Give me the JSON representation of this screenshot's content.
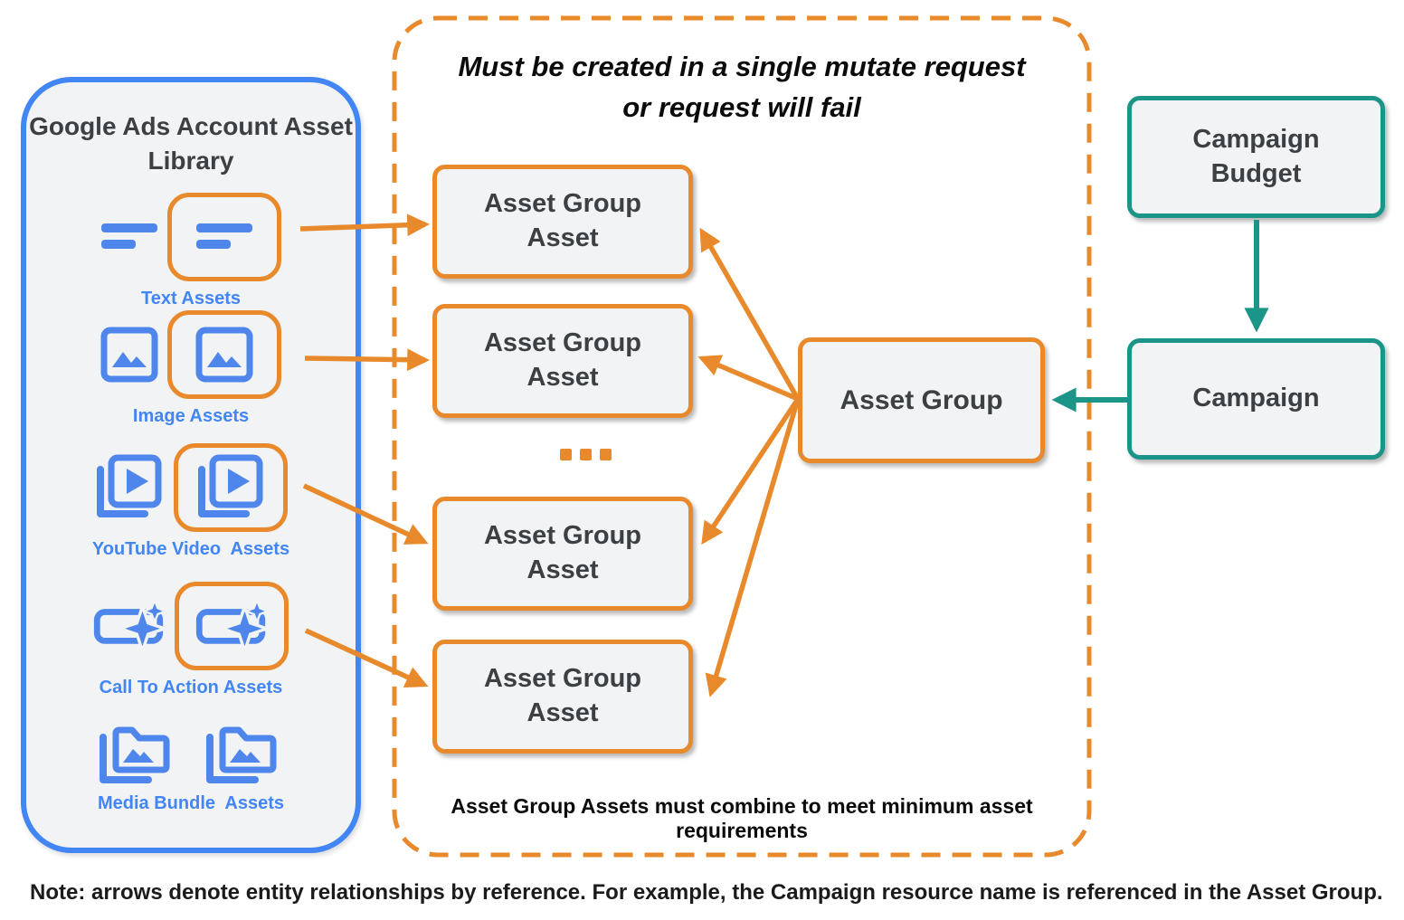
{
  "colors": {
    "orange": "#E8892B",
    "blue": "#4285F4",
    "icon_blue": "#4E86EC",
    "teal": "#1B9587",
    "box_fill": "#F1F3F4",
    "panel_fill": "#F1F3F4",
    "dark_text": "#3C4043",
    "note_text": "#1B1B1B"
  },
  "asset_library": {
    "title": "Google Ads Account Asset Library",
    "groups": [
      {
        "label": "Text Assets",
        "icon": "text-asset-icon"
      },
      {
        "label": "Image Assets",
        "icon": "image-asset-icon"
      },
      {
        "label": "YouTube Video  Assets",
        "icon": "youtube-video-asset-icon"
      },
      {
        "label": "Call To Action Assets",
        "icon": "call-to-action-asset-icon"
      },
      {
        "label": "Media Bundle  Assets",
        "icon": "media-bundle-asset-icon"
      }
    ]
  },
  "mutate_group": {
    "title": "Must be created in a single mutate request\nor request will fail",
    "asset_group_asset_boxes": [
      "Asset Group Asset",
      "Asset Group Asset",
      "Asset Group Asset",
      "Asset Group Asset"
    ],
    "ellipsis": "...",
    "asset_group_label": "Asset Group",
    "footnote": "Asset Group Assets must combine to meet minimum asset requirements"
  },
  "campaign_column": {
    "budget_label": "Campaign Budget",
    "campaign_label": "Campaign"
  },
  "note": "Note: arrows denote entity relationships by reference. For example, the Campaign resource name is referenced in the Asset Group."
}
